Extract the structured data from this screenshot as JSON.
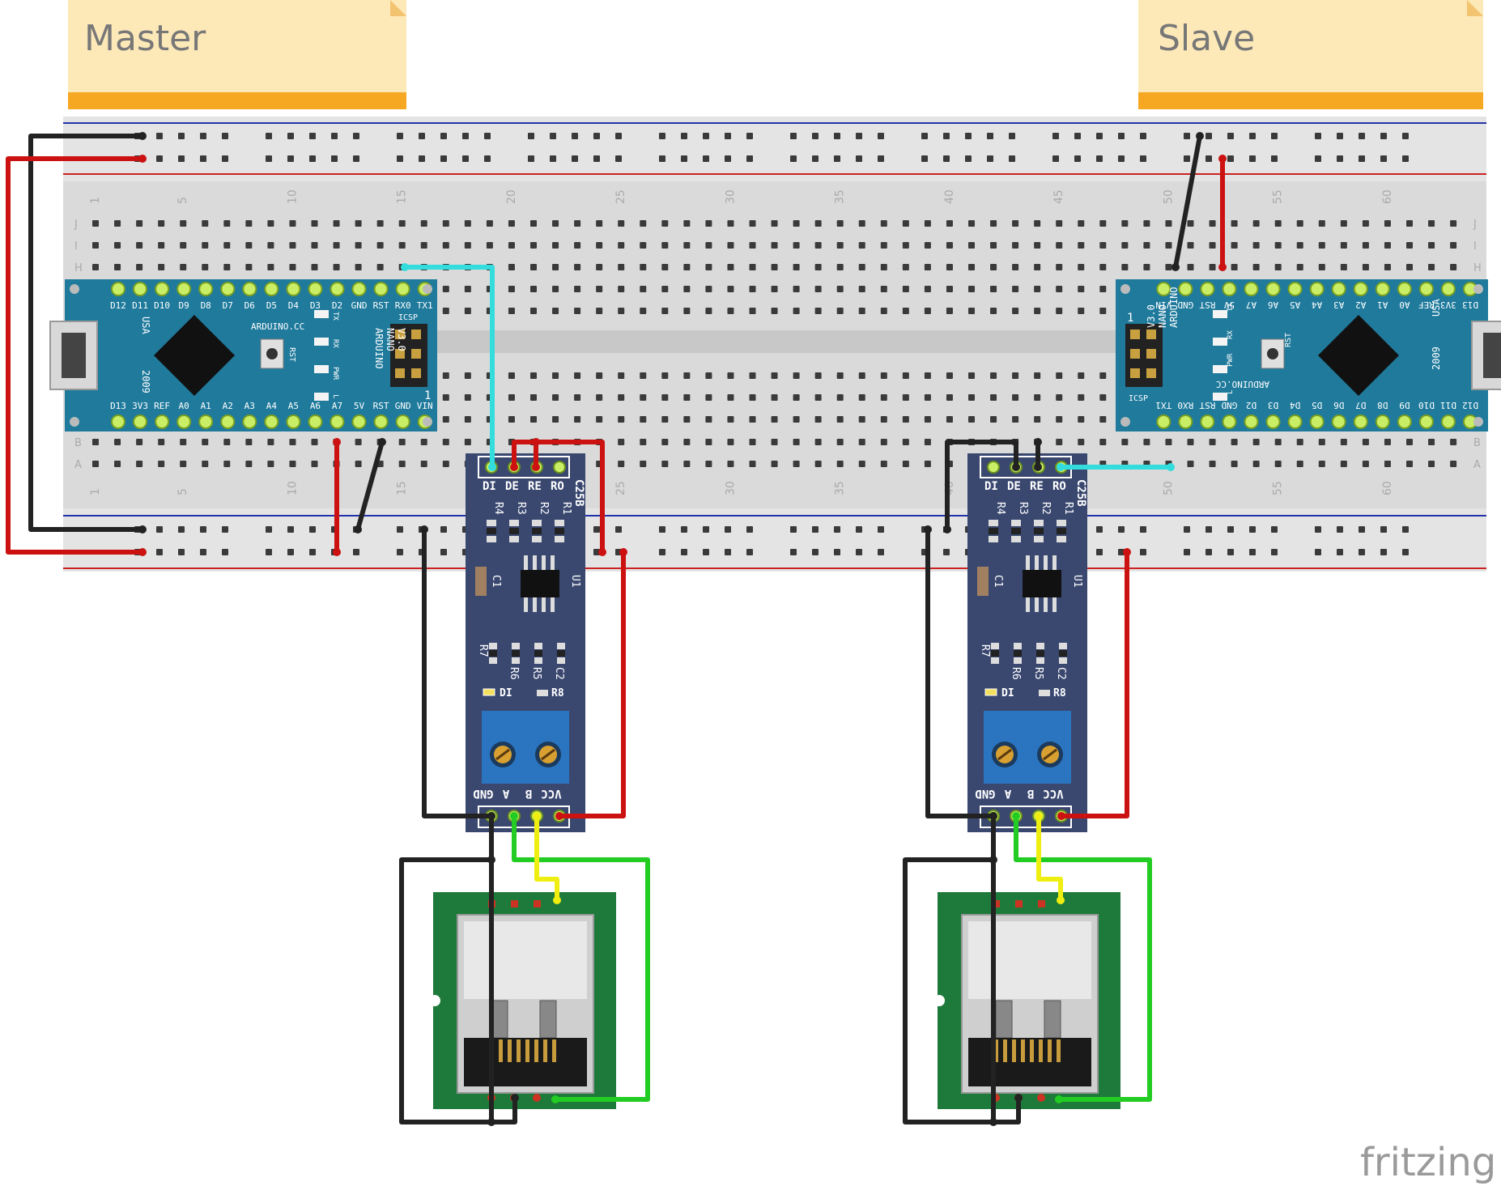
{
  "notes": {
    "master": "Master",
    "slave": "Slave"
  },
  "breadboard": {
    "col_numbers": [
      "1",
      "5",
      "10",
      "15",
      "20",
      "25",
      "30",
      "35",
      "40",
      "45",
      "50",
      "55",
      "60"
    ],
    "row_letters_top": [
      "J",
      "I",
      "H"
    ],
    "row_letters_bottom": [
      "B",
      "A"
    ]
  },
  "nano": {
    "brand": "ARDUINO.CC",
    "model_line1": "ARDUINO",
    "model_line2": "NANO",
    "model_line3": "V3.0",
    "usa": "USA",
    "year": "2009",
    "rst": "RST",
    "icsp": "ICSP",
    "one": "1",
    "led_tx": "TX",
    "led_rx": "RX",
    "led_pwr": "PWR",
    "led_l": "L",
    "top_pins": [
      "D12",
      "D11",
      "D10",
      "D9",
      "D8",
      "D7",
      "D6",
      "D5",
      "D4",
      "D3",
      "D2",
      "GND",
      "RST",
      "RX0",
      "TX1"
    ],
    "bottom_pins": [
      "D13",
      "3V3",
      "REF",
      "A0",
      "A1",
      "A2",
      "A3",
      "A4",
      "A5",
      "A6",
      "A7",
      "5V",
      "RST",
      "GND",
      "VIN"
    ]
  },
  "rs485": {
    "top_pins": [
      "DI",
      "DE",
      "RE",
      "RO"
    ],
    "top_res": [
      "R4",
      "R3",
      "R2",
      "R1"
    ],
    "chip_label": "C25B",
    "c1": "C1",
    "u1": "U1",
    "r7": "R7",
    "mid_res": [
      "R6",
      "R5",
      "C2"
    ],
    "di_led": "DI",
    "r8": "R8",
    "bottom_pins": [
      "GND",
      "A",
      "B",
      "VCC"
    ]
  },
  "watermark": "fritzing",
  "colors": {
    "board_blue": "#1f7a9c",
    "module_navy": "#3a4870",
    "wire_red": "#cc1111",
    "wire_black": "#222222",
    "wire_cyan": "#33dddd",
    "wire_green": "#22cc22",
    "wire_yellow": "#eeee11",
    "note_yellow": "#fde8b8",
    "note_orange": "#f7a823",
    "pcb_green": "#1d7a3a"
  }
}
